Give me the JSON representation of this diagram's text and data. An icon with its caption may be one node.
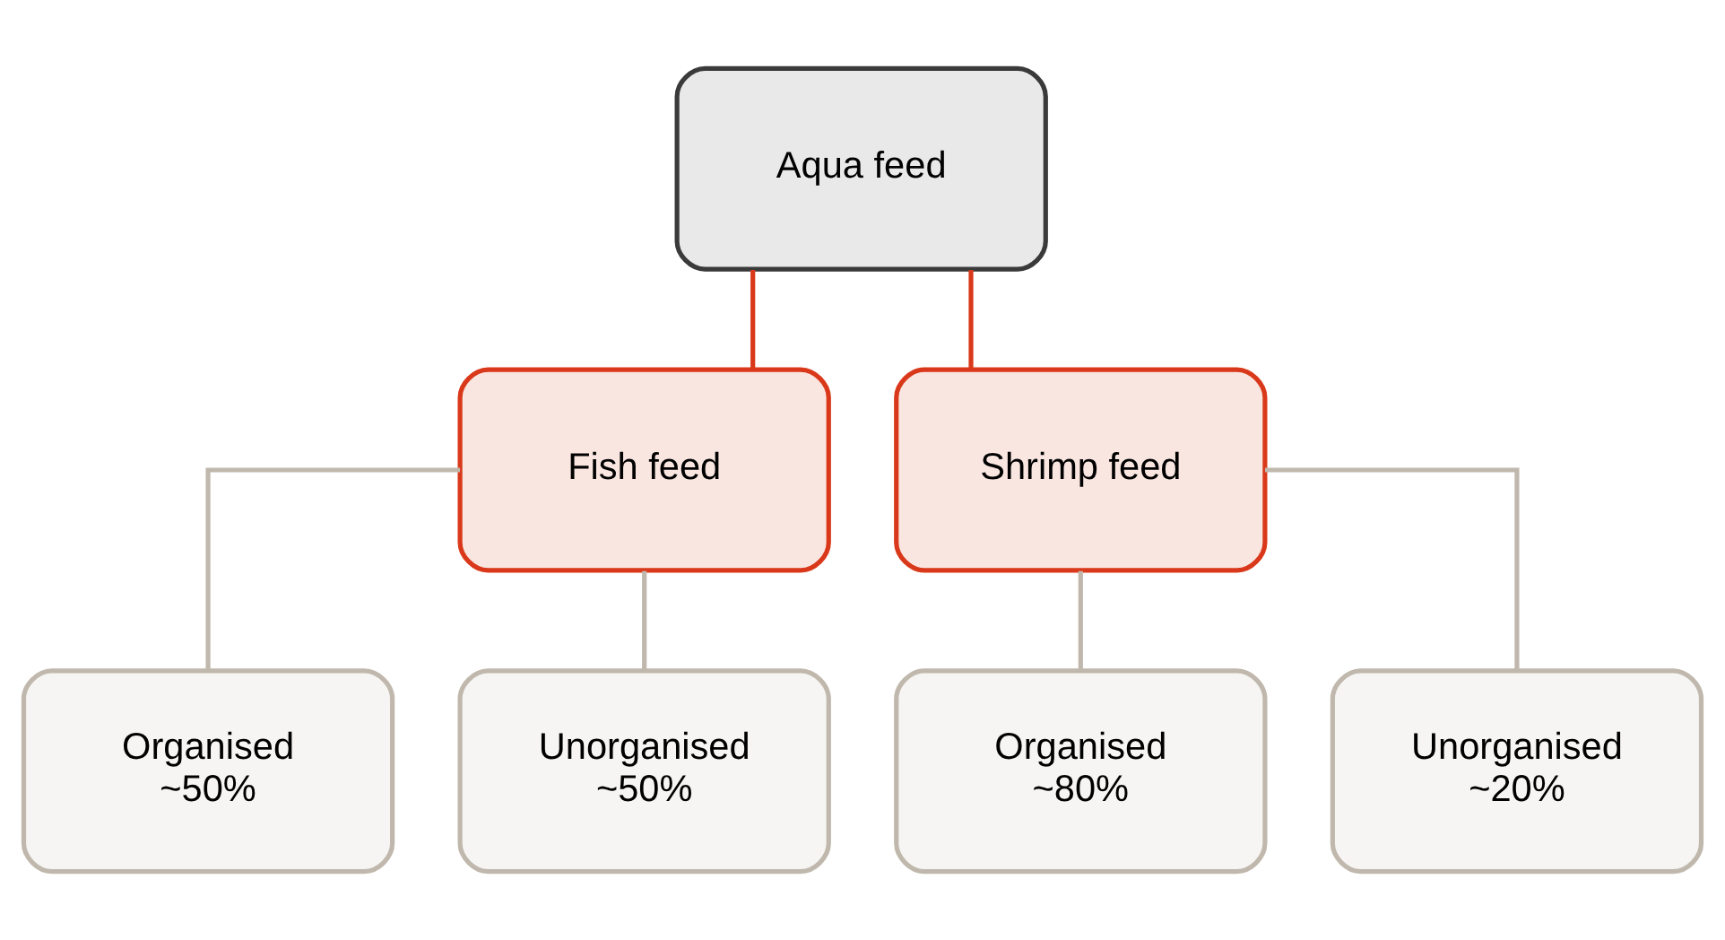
{
  "diagram": {
    "nodes": [
      {
        "text": [
          "Aqua feed"
        ]
      },
      {
        "text": [
          "Fish feed"
        ]
      },
      {
        "text": [
          "Shrimp feed"
        ]
      },
      {
        "text": [
          "Organised",
          "~50%"
        ]
      },
      {
        "text": [
          "Unorganised",
          "~50%"
        ]
      },
      {
        "text": [
          "Organised",
          "~80%"
        ]
      },
      {
        "text": [
          "Unorganised",
          "~20%"
        ]
      }
    ],
    "edges": [
      {
        "from": 0,
        "to": 1,
        "arrow": "none",
        "color": "#d9391a"
      },
      {
        "from": 0,
        "to": 2,
        "arrow": "none",
        "color": "#d9391a"
      },
      {
        "from": 1,
        "to": 3,
        "arrow": "none"
      },
      {
        "from": 1,
        "to": 4,
        "arrow": "none"
      },
      {
        "from": 2,
        "to": 5,
        "arrow": "none"
      },
      {
        "from": 2,
        "to": 6,
        "arrow": "none"
      }
    ]
  }
}
